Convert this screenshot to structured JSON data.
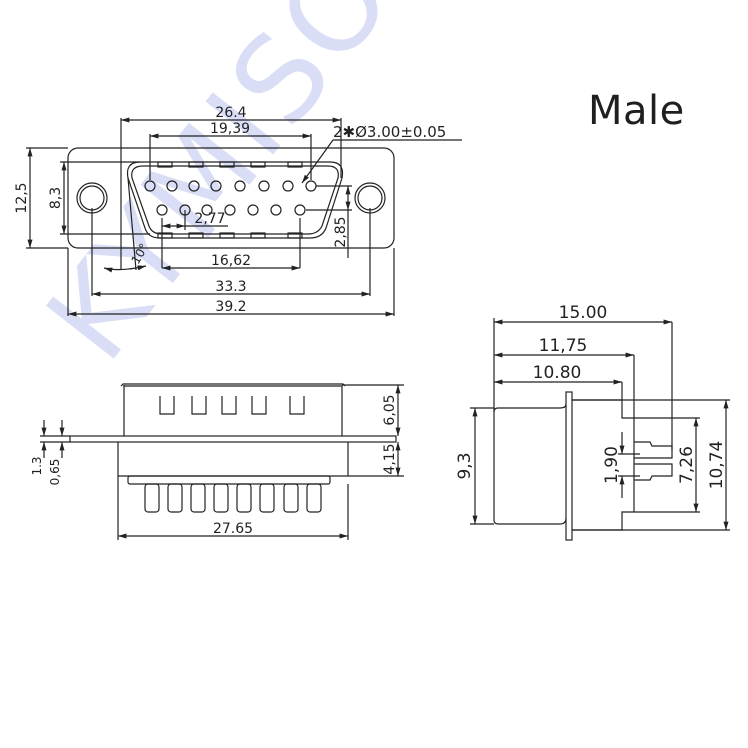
{
  "title": "Male",
  "watermark": "KYMISON",
  "colors": {
    "line": "#222222",
    "watermark": "#b4bdee",
    "background": "#ffffff"
  },
  "front_view": {
    "dims": {
      "shell_width": "26.4",
      "pin_row_top_span": "19,39",
      "mount_hole": "2✱Ø3.00±0.05",
      "flange_height": "12,5",
      "shell_height": "8,3",
      "pin_pitch": "2,77",
      "row_offset": "2,85",
      "shell_angle": "10°",
      "pin_row_bottom_span": "16,62",
      "hole_spacing": "33.3",
      "flange_width": "39.2"
    },
    "pins_top_row": 8,
    "pins_bottom_row": 7
  },
  "side_view": {
    "dims": {
      "upper_height": "6,05",
      "lower_height": "4,15",
      "flange_thickness": "1.3",
      "plate_thickness": "0,65",
      "body_width": "27.65"
    }
  },
  "profile_view": {
    "dims": {
      "total_length": "15.00",
      "body_to_pins": "11,75",
      "shell_depth": "10.80",
      "shell_height": "9,3",
      "pin_spacing": "1,90",
      "insulator_height": "7,26",
      "flange_height": "10,74"
    }
  }
}
